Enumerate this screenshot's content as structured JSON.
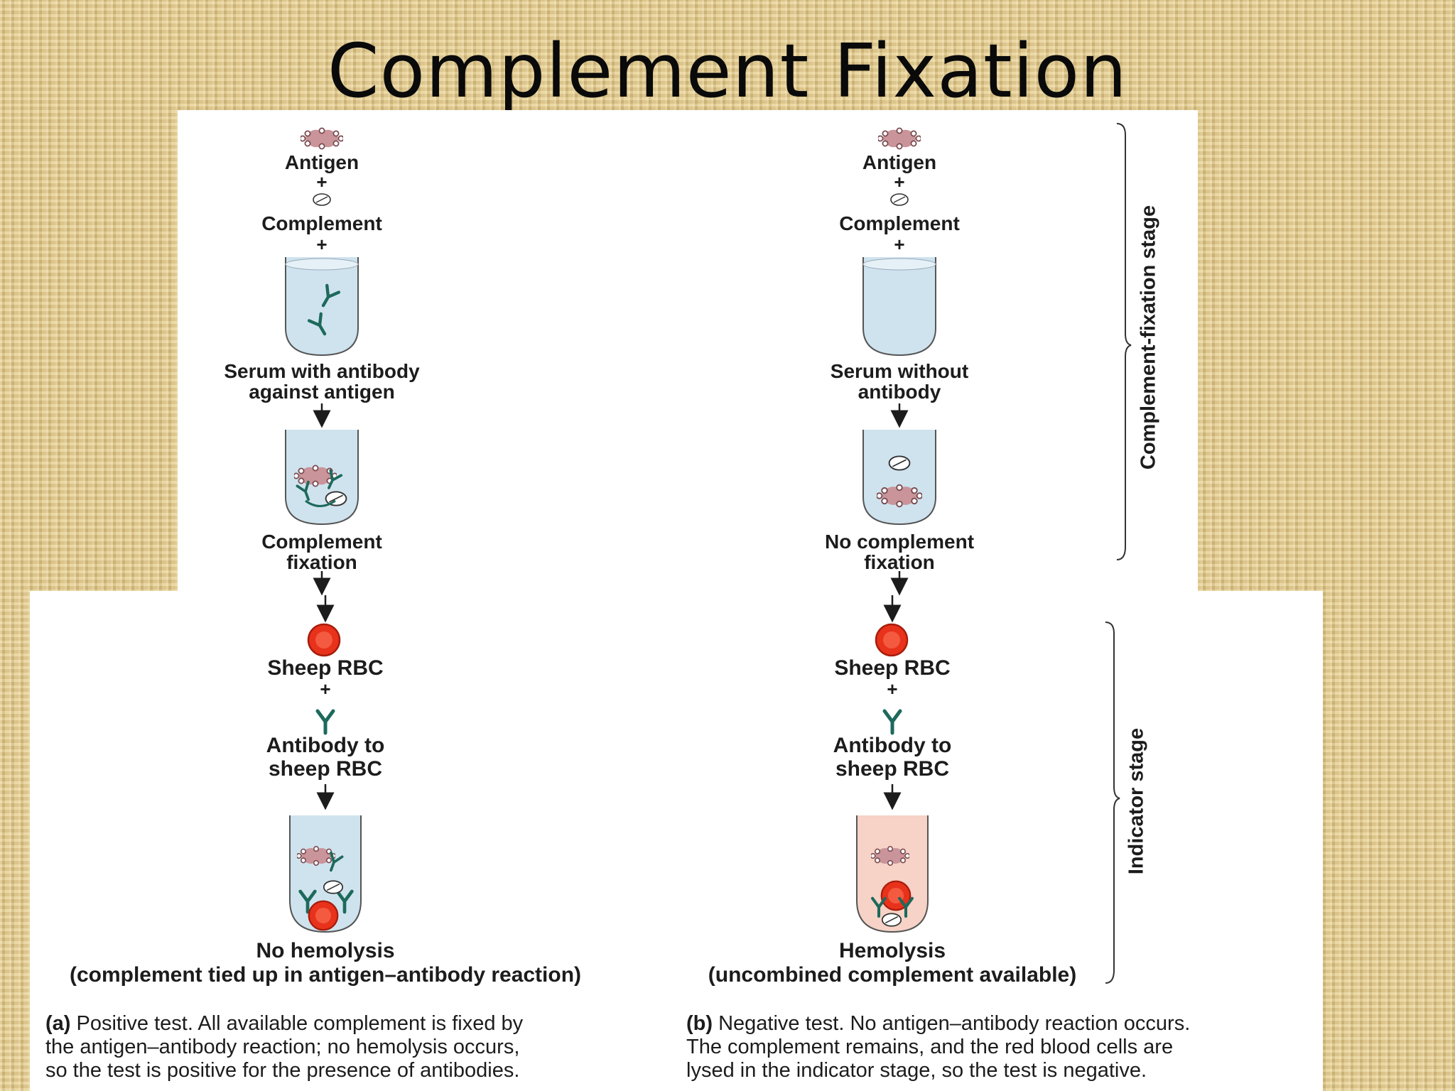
{
  "title": "Complement Fixation",
  "stages": {
    "fixation": "Complement-fixation stage",
    "indicator": "Indicator stage"
  },
  "left": {
    "antigen": "Antigen",
    "plus": "+",
    "complement": "Complement",
    "serum": [
      "Serum with antibody",
      "against antigen"
    ],
    "result_fixation": [
      "Complement",
      "fixation"
    ],
    "sheep_rbc": "Sheep RBC",
    "antibody_rbc": [
      "Antibody to",
      "sheep RBC"
    ],
    "outcome": "No hemolysis",
    "outcome_note": "(complement tied up in antigen–antibody reaction)",
    "caption_tag": "(a)",
    "caption_lines": [
      "Positive test. All available complement is fixed by",
      "the antigen–antibody reaction; no hemolysis occurs,",
      "so the test is positive for the presence of antibodies."
    ]
  },
  "right": {
    "antigen": "Antigen",
    "plus": "+",
    "complement": "Complement",
    "serum": [
      "Serum without",
      "antibody"
    ],
    "result_fixation": [
      "No complement",
      "fixation"
    ],
    "sheep_rbc": "Sheep RBC",
    "antibody_rbc": [
      "Antibody to",
      "sheep RBC"
    ],
    "outcome": "Hemolysis",
    "outcome_note": "(uncombined complement available)",
    "caption_tag": "(b)",
    "caption_lines": [
      "Negative test. No antigen–antibody reaction occurs.",
      "The complement remains, and the red blood cells are",
      "lysed in the indicator stage, so the test is negative."
    ]
  },
  "colors": {
    "antigen": "#c9949a",
    "antibody": "#1d6a5c",
    "rbc": "#e8321c",
    "serum": "#cfe3ee",
    "hemolysis": "#f7d2c6"
  }
}
